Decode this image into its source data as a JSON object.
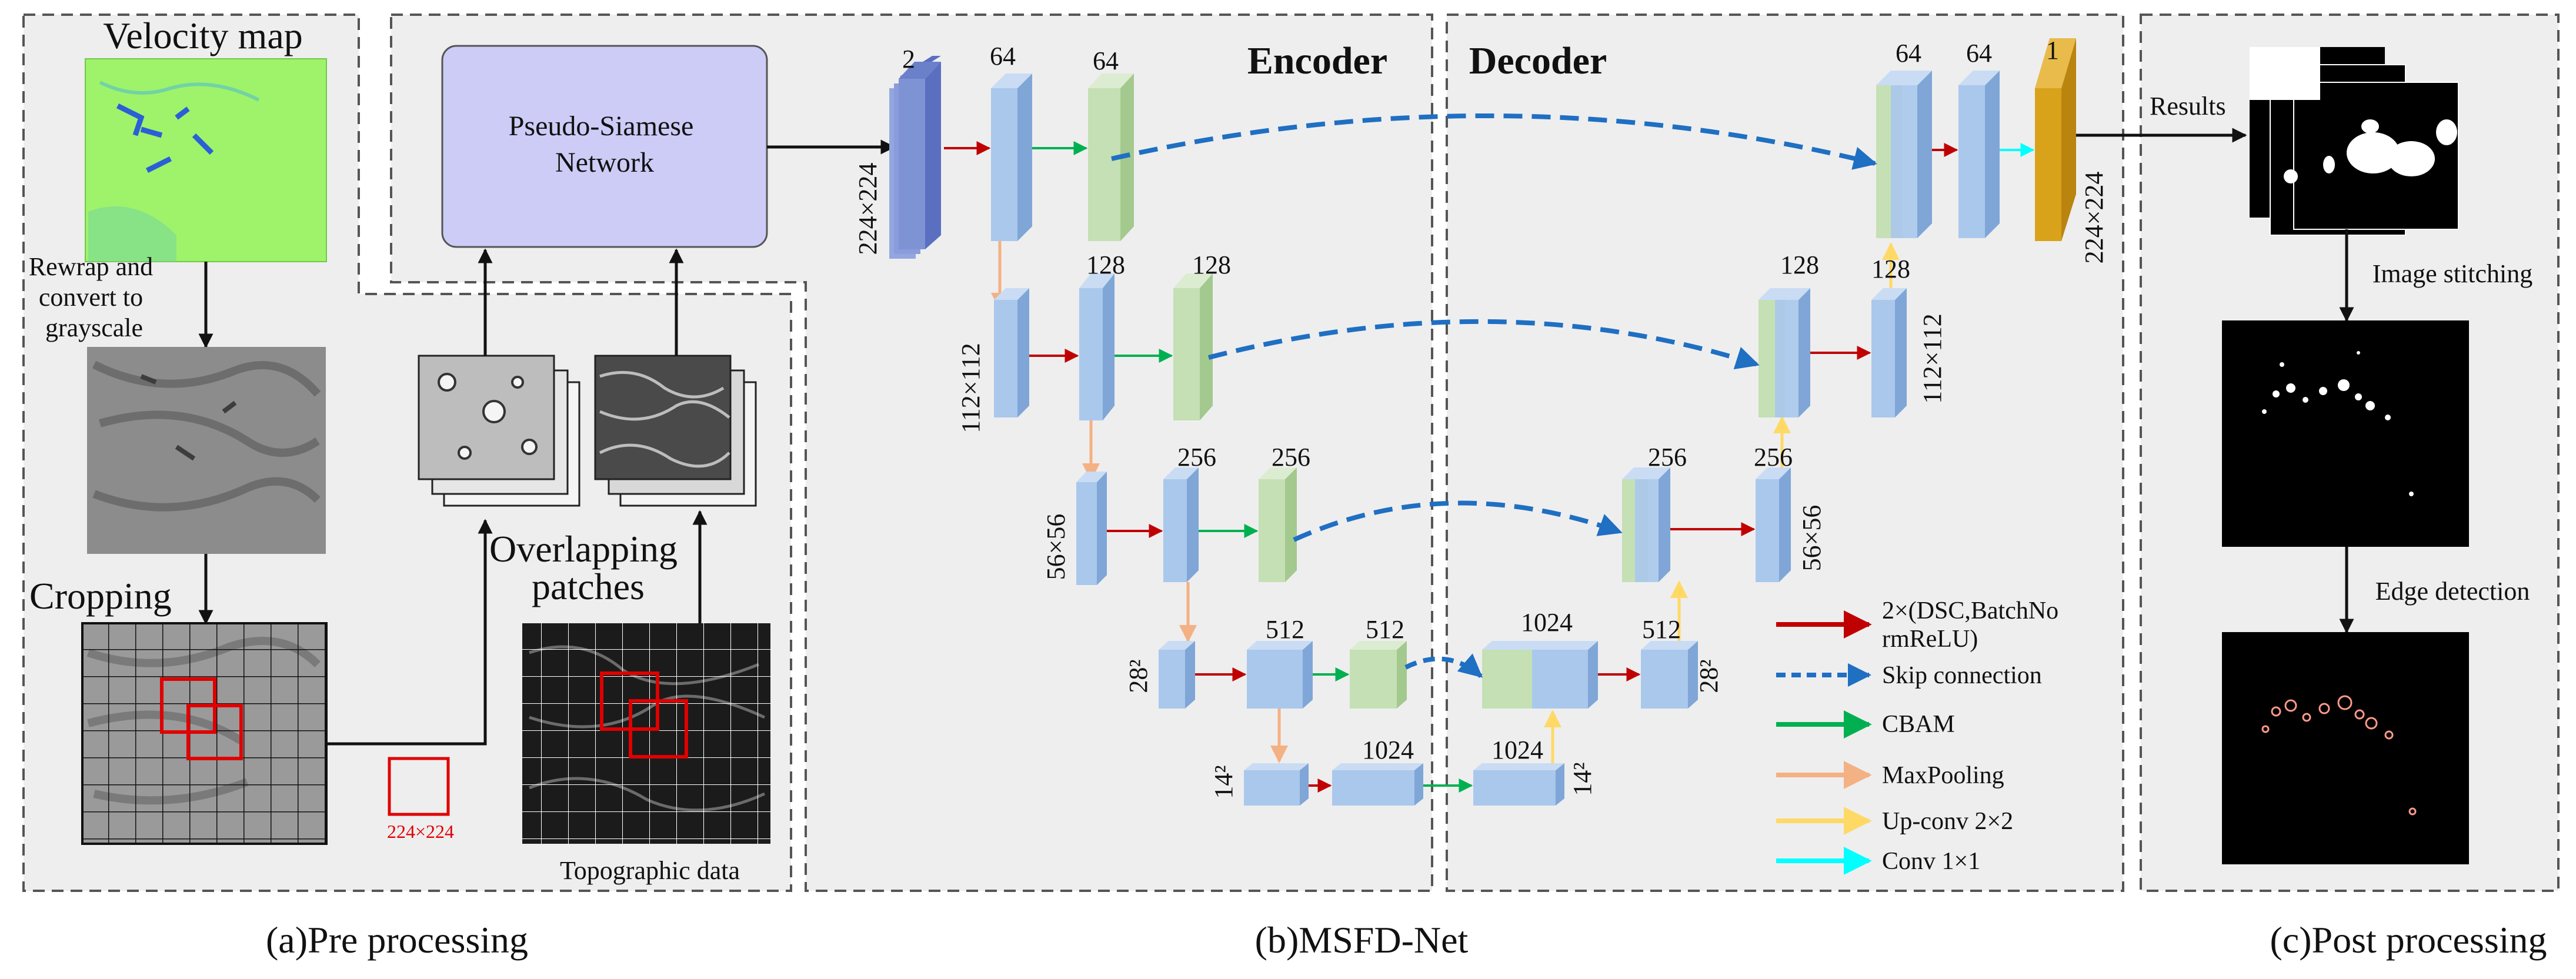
{
  "colors": {
    "panel_bg": "#eeeeef",
    "panel_border": "#555555",
    "conv_block": "#a9c8ec",
    "cbam_block": "#c5e0b4",
    "input_block": "#7e93d3",
    "output_block": "#d9a21b",
    "siamese_fill": "#ccccf7",
    "velocity_map": "#9ef36a",
    "arrow_conv": "#c00000",
    "arrow_skip": "#1f6fc2",
    "arrow_cbam": "#00b050",
    "arrow_pool": "#f4b183",
    "arrow_upconv": "#ffd966",
    "arrow_conv1x1": "#00ffff",
    "crop_box": "#e00000"
  },
  "pre": {
    "velocity_title": "Velocity map",
    "rewrap": [
      "Rewrap and",
      "convert to",
      "grayscale"
    ],
    "cropping": "Cropping",
    "overlapping": [
      "Overlapping",
      "patches"
    ],
    "patch_size": "224×224",
    "topo": "Topographic data",
    "caption": "(a)Pre processing"
  },
  "net": {
    "siamese": [
      "Pseudo-Siamese",
      "Network"
    ],
    "encoder": "Encoder",
    "decoder": "Decoder",
    "caption": "(b)MSFD-Net",
    "ch_input": "2",
    "ch_64a": "64",
    "ch_64b": "64",
    "ch_128a": "128",
    "ch_128b": "128",
    "ch_256a": "256",
    "ch_256b": "256",
    "ch_512a": "512",
    "ch_512b": "512",
    "ch_1024a": "1024",
    "ch_1024b": "1024",
    "ch_1024c": "1024",
    "ch_512c": "512",
    "ch_256c": "256",
    "ch_256d": "256",
    "ch_128c": "128",
    "ch_128d": "128",
    "ch_64c": "64",
    "ch_64d": "64",
    "ch_out": "1",
    "res_224a": "224×224",
    "res_112a": "112×112",
    "res_56a": "56×56",
    "res_28a": "28²",
    "res_14a": "14²",
    "res_14b": "14²",
    "res_28b": "28²",
    "res_56b": "56×56",
    "res_112b": "112×112",
    "res_224b": "224×224"
  },
  "legend": {
    "conv": [
      "2×(DSC,BatchNo",
      "rmReLU)"
    ],
    "skip": "Skip connection",
    "cbam": "CBAM",
    "pool": "MaxPooling",
    "upconv": "Up-conv 2×2",
    "conv1x1": "Conv 1×1"
  },
  "post": {
    "results": "Results",
    "stitching": "Image stitching",
    "edge": "Edge detection",
    "caption": "(c)Post processing"
  }
}
